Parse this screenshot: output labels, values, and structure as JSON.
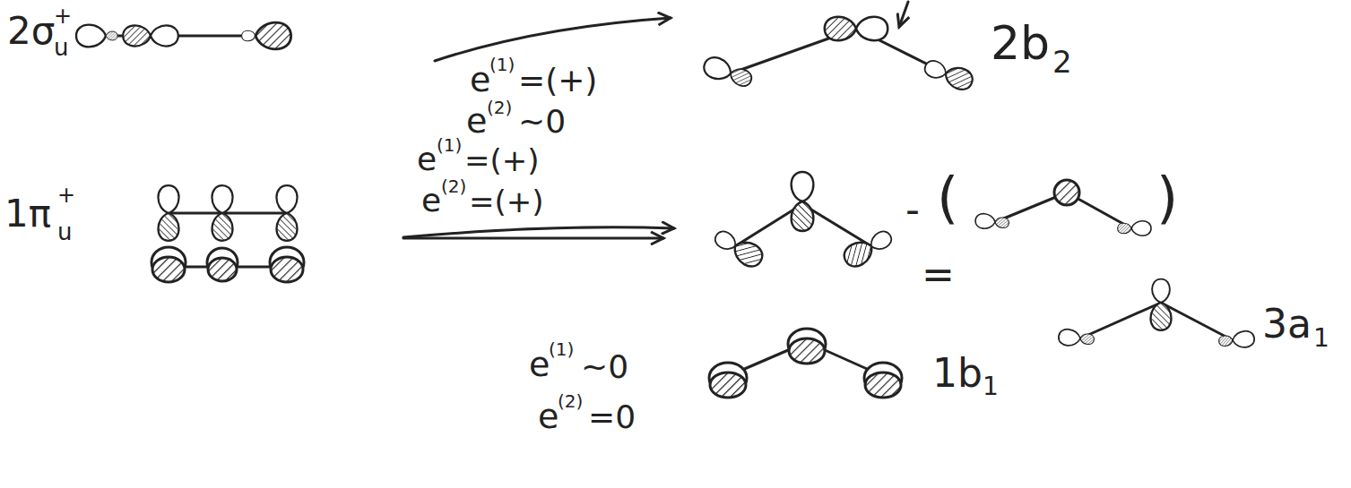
{
  "diagram": {
    "labels": [
      "2σ",
      "+",
      "u",
      "e",
      "(1)",
      "=(+)",
      "e",
      "(2)",
      "~0",
      "2b",
      "2",
      "1π",
      "+",
      "u",
      "e",
      "(1)",
      "=(+)",
      "e",
      "(2)",
      "=(+)",
      "-",
      "(",
      ")",
      "=",
      "3a",
      "1",
      "1b",
      "1",
      "e",
      "(1)",
      "~0",
      "e",
      "(2)",
      "=0"
    ]
  }
}
